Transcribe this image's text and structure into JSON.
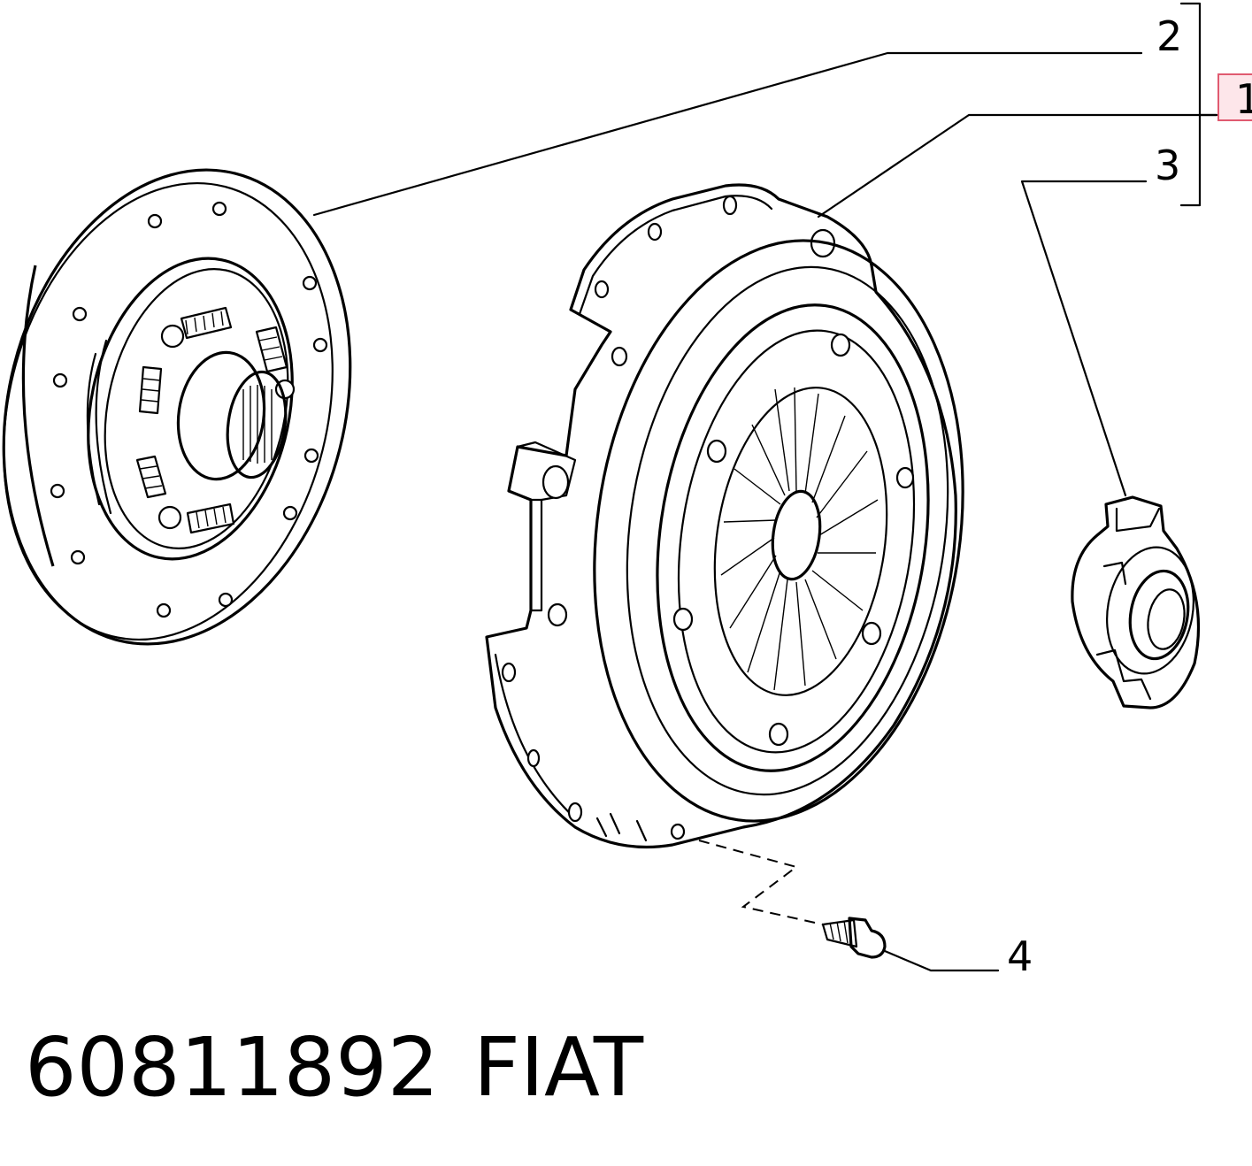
{
  "callouts": {
    "c1": "1",
    "c2": "2",
    "c3": "3",
    "c4": "4"
  },
  "caption": {
    "part_number": "60811892",
    "brand": "FIAT"
  },
  "colors": {
    "highlight_fill": "#fde6ea",
    "highlight_stroke": "#e05a70",
    "line": "#000000"
  }
}
